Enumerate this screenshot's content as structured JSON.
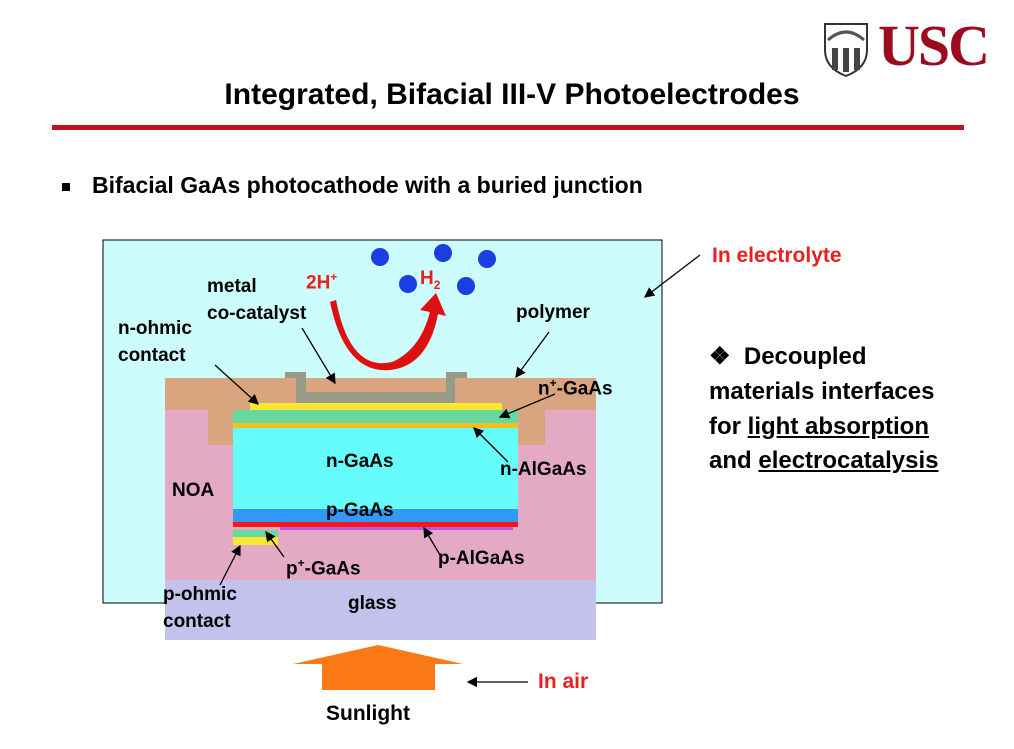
{
  "header": {
    "title": "Integrated, Bifacial III-V Photoelectrodes",
    "logo_text": "USC",
    "accent": "#c1121c"
  },
  "bullet": "Bifacial GaAs photocathode with a buried junction",
  "note": {
    "symbol": "❖",
    "line1": "Decoupled",
    "line2": "materials interfaces",
    "line3_pre": "for ",
    "line3_u": "light absorption",
    "line4_pre": "and ",
    "line4_u": "electrocatalysis"
  },
  "diagram": {
    "in_electrolyte": "In electrolyte",
    "in_air": "In air",
    "sunlight": "Sunlight",
    "h_plus": "2H",
    "h_plus_sup": "+",
    "h2": "H",
    "h2_sub": "2",
    "metal_cocatalyst_1": "metal",
    "metal_cocatalyst_2": "co-catalyst",
    "n_ohmic_1": "n-ohmic",
    "n_ohmic_2": "contact",
    "polymer": "polymer",
    "n_plus_gaas_pre": "n",
    "n_plus_gaas_sup": "+",
    "n_plus_gaas_post": "-GaAs",
    "n_gaas": "n-GaAs",
    "n_algaas": "n-AlGaAs",
    "noa": "NOA",
    "p_gaas": "p-GaAs",
    "p_plus_gaas_pre": "p",
    "p_plus_gaas_sup": "+",
    "p_plus_gaas_post": "-GaAs",
    "p_algaas": "p-AlGaAs",
    "p_ohmic_1": "p-ohmic",
    "p_ohmic_2": "contact",
    "glass": "glass"
  }
}
